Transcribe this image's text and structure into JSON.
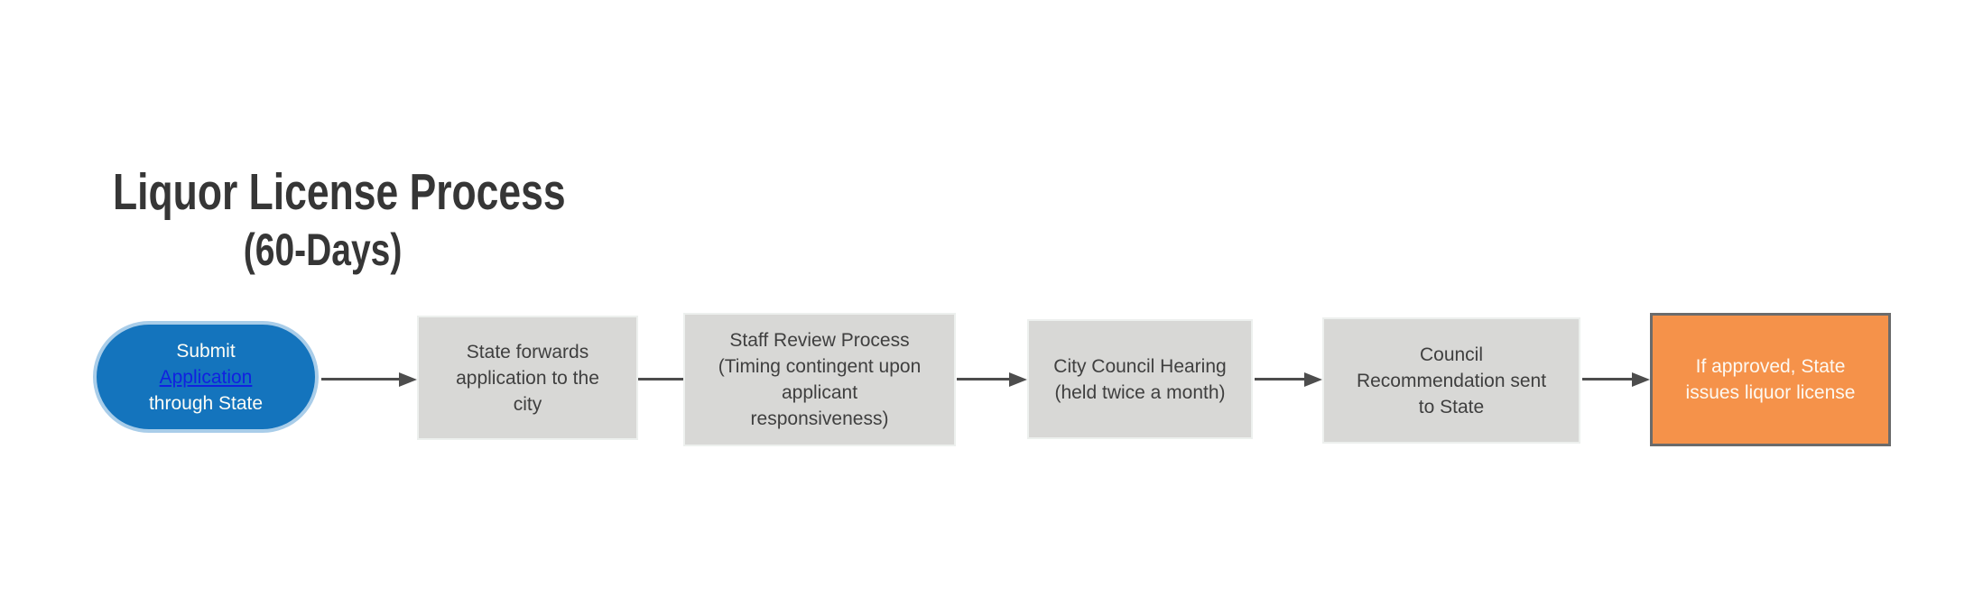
{
  "title": {
    "text": "Liquor License Process",
    "subtitle": "(60-Days)"
  },
  "flowchart": {
    "nodes": [
      {
        "id": "start",
        "type": "stadium",
        "label": "Submit Application through State",
        "line1": "Submit",
        "link_text": "Application",
        "line3": "through State",
        "fill": "#1474BD",
        "border": "#A9CDE9",
        "text_color": "#FFFFFF",
        "link_color": "#1021E0"
      },
      {
        "id": "state-forwards",
        "type": "process",
        "label": "State forwards application to the city",
        "lines": [
          "State forwards",
          "application to the",
          "city"
        ],
        "fill": "#D8D8D6",
        "text_color": "#3F3F3F"
      },
      {
        "id": "staff-review",
        "type": "process",
        "label": "Staff Review Process (Timing contingent upon applicant responsiveness)",
        "lines": [
          "Staff Review Process",
          "(Timing contingent upon",
          "applicant",
          "responsiveness)"
        ],
        "fill": "#D8D8D6",
        "text_color": "#3F3F3F"
      },
      {
        "id": "council-hearing",
        "type": "process",
        "label": "City Council Hearing (held twice a month)",
        "lines": [
          "City Council Hearing",
          "(held twice a month)"
        ],
        "fill": "#D8D8D6",
        "text_color": "#3F3F3F"
      },
      {
        "id": "council-recommendation",
        "type": "process",
        "label": "Council Recommendation sent to State",
        "lines": [
          "Council",
          "Recommendation sent",
          "to State"
        ],
        "fill": "#D8D8D6",
        "text_color": "#3F3F3F"
      },
      {
        "id": "license-issued",
        "type": "terminal",
        "label": "If approved, State issues liquor license",
        "lines": [
          "If approved, State",
          "issues liquor license"
        ],
        "fill": "#F5924A",
        "border": "#6B6B6B",
        "text_color": "#FFFFFF"
      }
    ],
    "connector_color": "#4D4D4D"
  }
}
